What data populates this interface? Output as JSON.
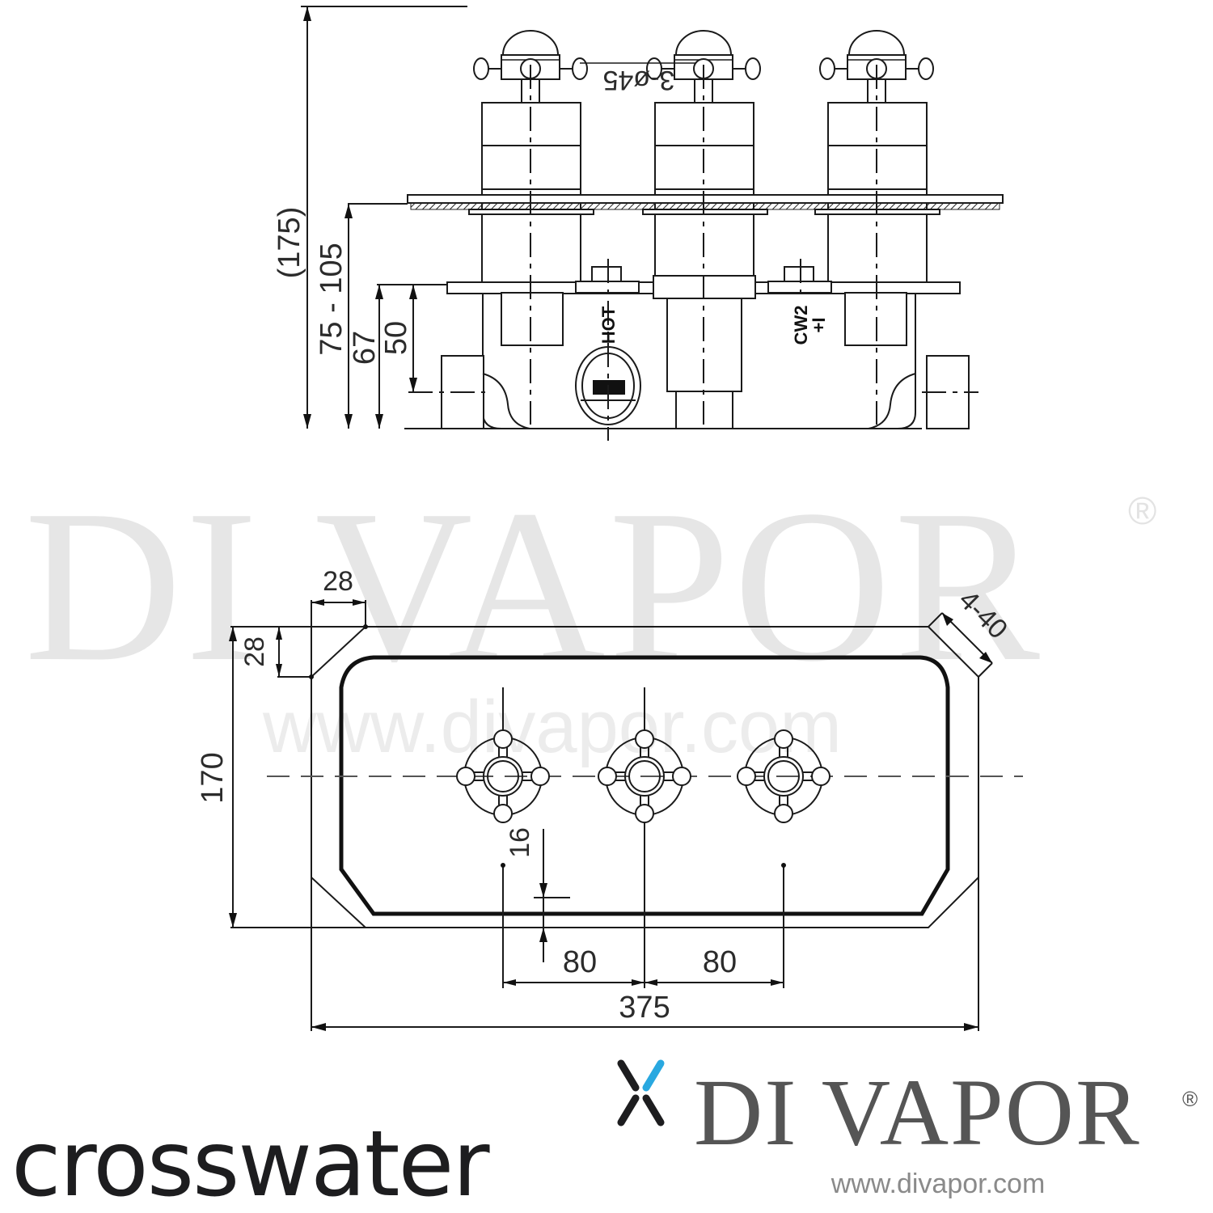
{
  "watermark": {
    "brand": "DI VAPOR",
    "registered": "®",
    "url": "www.divapor.com"
  },
  "side_view": {
    "handle_diameter_label": "3-ø45",
    "overall_height_label": "(175)",
    "adjust_range_label": "75 - 105",
    "body_depth_label": "67",
    "outlet_height_label": "50",
    "port_labels": {
      "hot": "HOT",
      "cold_line1": "CW2",
      "cold_line2": "+I"
    }
  },
  "front_view": {
    "chamfer_horizontal_label": "28",
    "chamfer_vertical_label": "28",
    "chamfer_edge_label": "4-40",
    "height_label": "170",
    "offset_label": "16",
    "spacing_left_label": "80",
    "spacing_right_label": "80",
    "overall_width_label": "375"
  },
  "footer": {
    "manufacturer_logo": "crosswater",
    "manufacturer_mark_colors": [
      "#1d1d1f",
      "#29a8e0"
    ],
    "retailer_logo": "DI VAPOR",
    "retailer_registered": "®",
    "retailer_url": "www.divapor.com"
  },
  "colors": {
    "line": "#1a1a1a",
    "dimension_text": "#2b2b2b",
    "watermark": "#e6e6e6",
    "accent_blue": "#29a8e0",
    "retailer_grey": "#555555"
  }
}
